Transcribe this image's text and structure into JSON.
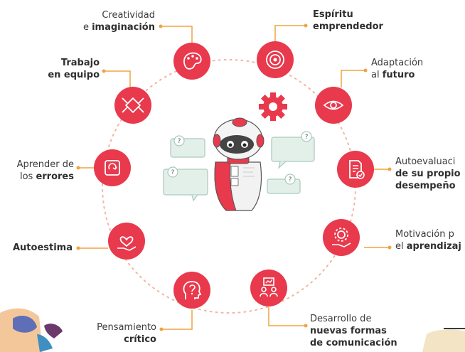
{
  "colors": {
    "circle": "#e8394d",
    "connector": "#f0a340",
    "ring": "#f3b5a0",
    "bubble": "#e3f0ea",
    "bubble_stroke": "#a9c9bc",
    "robot_red": "#e8394d",
    "text": "#3a3a3a"
  },
  "skills": [
    {
      "id": "creatividad",
      "icon": "palette-icon",
      "lines": [
        {
          "normal": "Creatividad",
          "bold": ""
        },
        {
          "normal": "e ",
          "bold": "imaginación"
        }
      ]
    },
    {
      "id": "espiritu",
      "icon": "target-icon",
      "lines": [
        {
          "normal": "",
          "bold": "Espíritu"
        },
        {
          "normal": "",
          "bold": "emprendedor"
        }
      ]
    },
    {
      "id": "adaptacion",
      "icon": "eye-icon",
      "lines": [
        {
          "normal": "Adaptación",
          "bold": ""
        },
        {
          "normal": "al ",
          "bold": "futuro"
        }
      ]
    },
    {
      "id": "trabajo",
      "icon": "puzzle-hands-icon",
      "lines": [
        {
          "normal": "",
          "bold": "Trabajo"
        },
        {
          "normal": "",
          "bold": "en equipo"
        }
      ]
    },
    {
      "id": "autoevaluacion",
      "icon": "document-check-icon",
      "lines": [
        {
          "normal": "Autoevaluaci",
          "bold": ""
        },
        {
          "normal": "",
          "bold": "de su propio"
        },
        {
          "normal": "",
          "bold": "desempeño"
        }
      ]
    },
    {
      "id": "errores",
      "icon": "refresh-board-icon",
      "lines": [
        {
          "normal": "Aprender de",
          "bold": ""
        },
        {
          "normal": "los ",
          "bold": "errores"
        }
      ]
    },
    {
      "id": "autoestima",
      "icon": "heart-hand-icon",
      "lines": [
        {
          "normal": "",
          "bold": "Autoestima"
        }
      ]
    },
    {
      "id": "motivacion",
      "icon": "gear-hand-icon",
      "lines": [
        {
          "normal": "Motivación p",
          "bold": ""
        },
        {
          "normal": "el ",
          "bold": "aprendizaj"
        }
      ]
    },
    {
      "id": "pensamiento",
      "icon": "head-question-icon",
      "lines": [
        {
          "normal": "Pensamiento",
          "bold": ""
        },
        {
          "normal": "",
          "bold": "crítico"
        }
      ]
    },
    {
      "id": "desarrollo",
      "icon": "people-chart-icon",
      "lines": [
        {
          "normal": "Desarrollo de",
          "bold": ""
        },
        {
          "normal": "",
          "bold": "nuevas formas"
        },
        {
          "normal": "",
          "bold": "de comunicación"
        }
      ]
    }
  ],
  "center": {
    "icon": "robot-icon",
    "gear_icon": "gear-icon",
    "bubbles_glyph": "?"
  }
}
